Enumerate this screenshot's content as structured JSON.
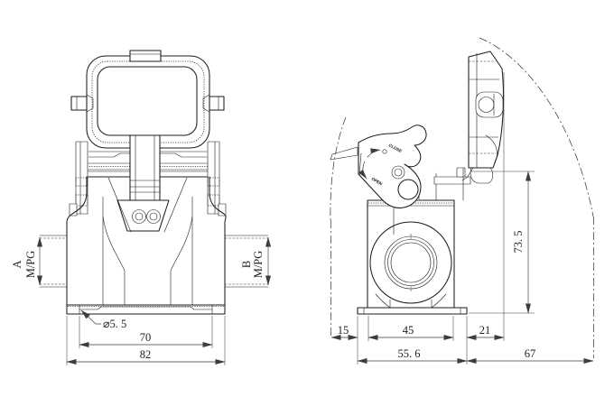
{
  "page": {
    "background": "#ffffff",
    "line_color": "#1d1d1d",
    "dim_color": "#3c3c3c"
  },
  "front_view": {
    "cable_entry_a": {
      "letter": "A",
      "thread": "M/PG"
    },
    "cable_entry_b": {
      "letter": "B",
      "thread": "M/PG"
    },
    "dims": {
      "hole_diameter": "⌀5. 5",
      "hole_spacing": "70",
      "overall_width": "82"
    }
  },
  "side_view": {
    "dims": {
      "height_to_pivot": "73. 5",
      "lever_clearance": "15",
      "foot_width": "45",
      "cover_offset": "21",
      "base_depth": "55. 6",
      "swing_clearance": "67"
    },
    "lever": {
      "close_label": "CLOSE",
      "open_label": "OPEN"
    }
  }
}
